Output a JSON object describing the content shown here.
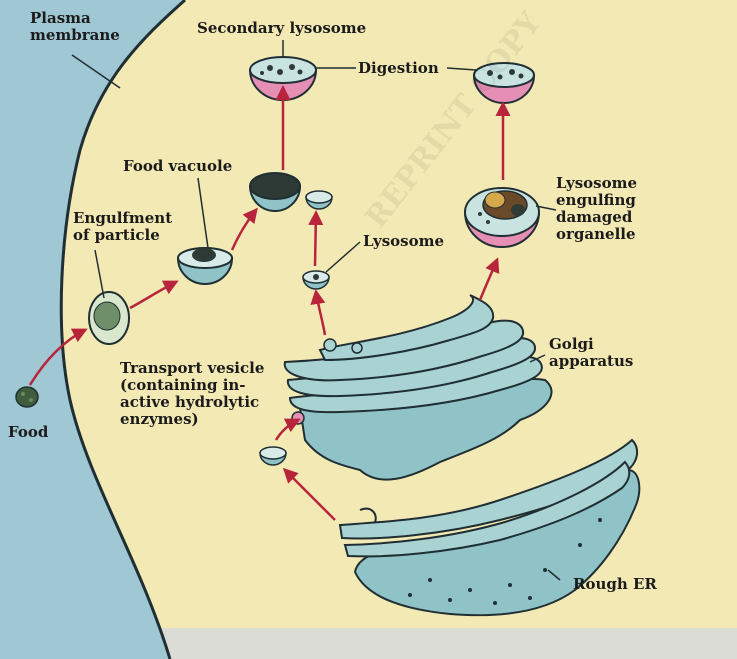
{
  "labels": {
    "plasma_membrane": [
      "Plasma",
      "membrane"
    ],
    "secondary_lysosome": "Secondary lysosome",
    "digestion": "Digestion",
    "food_vacuole": "Food vacuole",
    "engulfment": [
      "Engulfment",
      "of particle"
    ],
    "lysosome": "Lysosome",
    "lysosome_engulfing": [
      "Lysosome",
      "engulfing",
      "damaged",
      "organelle"
    ],
    "golgi": [
      "Golgi",
      "apparatus"
    ],
    "transport_vesicle": [
      "Transport vesicle",
      "(containing in-",
      "active hydrolytic",
      "enzymes)"
    ],
    "food": "Food",
    "rough_er": "Rough ER"
  },
  "colors": {
    "background": "#f3e9b4",
    "cell_exterior": "#9fc7d4",
    "organelle_fill": "#8fc3c7",
    "lysosome_pink": "#e68fb4",
    "arrow": "#b8243c",
    "contents": "#2d3a35",
    "outline": "#1f2f33"
  }
}
